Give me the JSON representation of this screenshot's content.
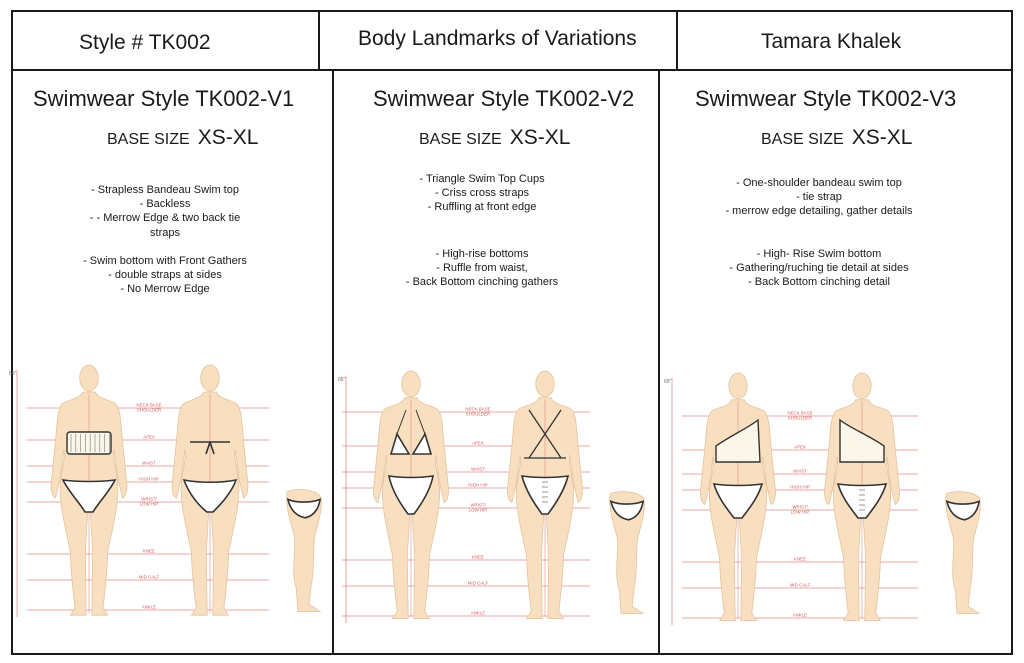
{
  "header": {
    "style_no": "Style # TK002",
    "topic": "Body Landmarks of Variations",
    "designer": "Tamara Khalek"
  },
  "panels": [
    {
      "title": "Swimwear Style TK002-V1",
      "base_label": "BASE SIZE",
      "base_size": "XS-XL",
      "top_lines": [
        "-   Strapless Bandeau Swim top",
        "-    Backless",
        "-   - Merrow Edge & two back tie",
        "straps"
      ],
      "bottom_lines": [
        "-   Swim bottom with Front Gathers",
        "-   double straps at sides",
        "-    No Merrow Edge"
      ],
      "inch_mark": "65\"",
      "landmarks": [
        "NECK BASE",
        "SHOULDER",
        "APEX",
        "WAIST",
        "HIGH HIP",
        "WRIST/",
        "LOW HIP",
        "KNEE",
        "MID CALF",
        "ANKLE"
      ]
    },
    {
      "title": "Swimwear Style TK002-V2",
      "base_label": "BASE SIZE",
      "base_size": "XS-XL",
      "top_lines": [
        "-   Triangle Swim Top Cups",
        "-    Criss cross straps",
        "-   Ruffling at front edge"
      ],
      "bottom_lines": [
        "-    High-rise bottoms",
        "-    Ruffle from waist,",
        "-   Back Bottom cinching gathers"
      ],
      "inch_mark": "65\"",
      "landmarks": [
        "NECK BASE",
        "SHOULDER",
        "APEX",
        "WAIST",
        "HIGH HIP",
        "WRIST/",
        "LOW HIP",
        "KNEE",
        "MID CALF",
        "ANKLE"
      ]
    },
    {
      "title": "Swimwear Style TK002-V3",
      "base_label": "BASE SIZE",
      "base_size": "XS-XL",
      "top_lines": [
        "-    One-shoulder bandeau swim top",
        "-   tie strap",
        "-   merrow edge detailing, gather details"
      ],
      "bottom_lines": [
        "-   High- Rise Swim bottom",
        "-   Gathering/ruching tie detail at sides",
        "-   Back Bottom cinching detail"
      ],
      "inch_mark": "65\"",
      "landmarks": [
        "NECK BASE",
        "SHOULDER",
        "APEX",
        "WAIST",
        "HIGH HIP",
        "WRIST/",
        "LOW HIP",
        "KNEE",
        "MID CALF",
        "ANKLE"
      ]
    }
  ]
}
